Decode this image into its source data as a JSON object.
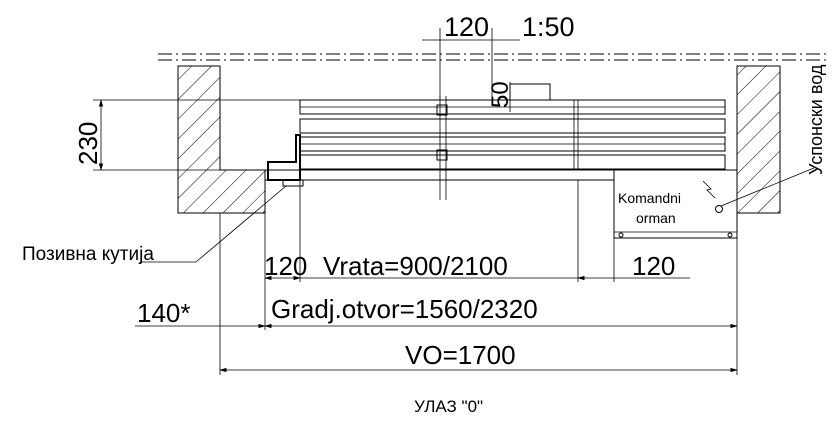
{
  "drawing": {
    "title_fragment": "120",
    "scale": "1:50",
    "dim_50": "50",
    "dim_230": "230",
    "label_rope": "Успонски вод",
    "label_control_1": "Komandni",
    "label_control_2": "orman",
    "label_call_box": "Позивна кутија",
    "dim_left_120": "120",
    "dim_door": "Vrata=900/2100",
    "dim_right_120": "120",
    "dim_140": "140*",
    "dim_opening": "Gradj.otvor=1560/2320",
    "dim_vo": "VO=1700",
    "caption": "УЛАЗ  \"0\""
  }
}
